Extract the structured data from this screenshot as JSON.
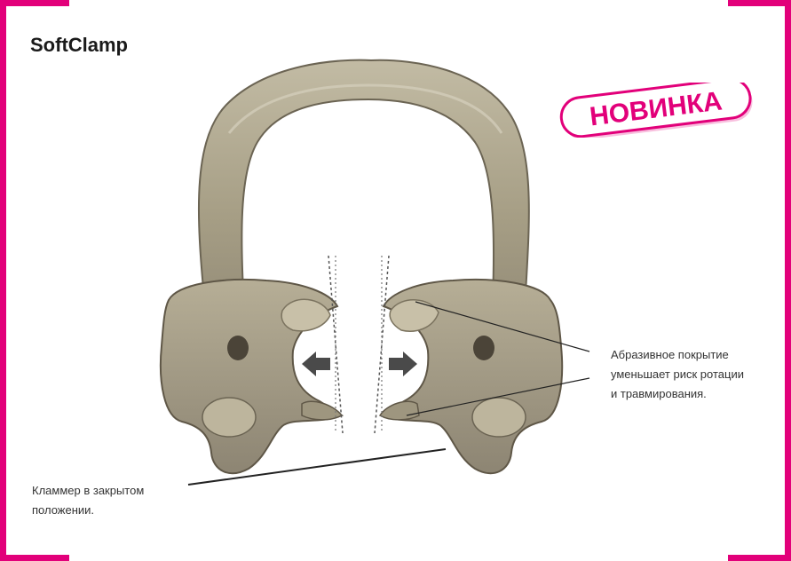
{
  "title": "SoftClamp",
  "badge": "НОВИНКА",
  "callouts": {
    "abrasive": [
      "Абразивное покрытие",
      "уменьшает риск ротации",
      "и травмирования."
    ],
    "closed": [
      "Кламмер в закрытом",
      "положении."
    ]
  },
  "colors": {
    "accent": "#e2007a",
    "clamp_body": "#a79f86",
    "clamp_dark": "#5f5747",
    "arrow": "#4a4a4a",
    "text": "#333333"
  }
}
